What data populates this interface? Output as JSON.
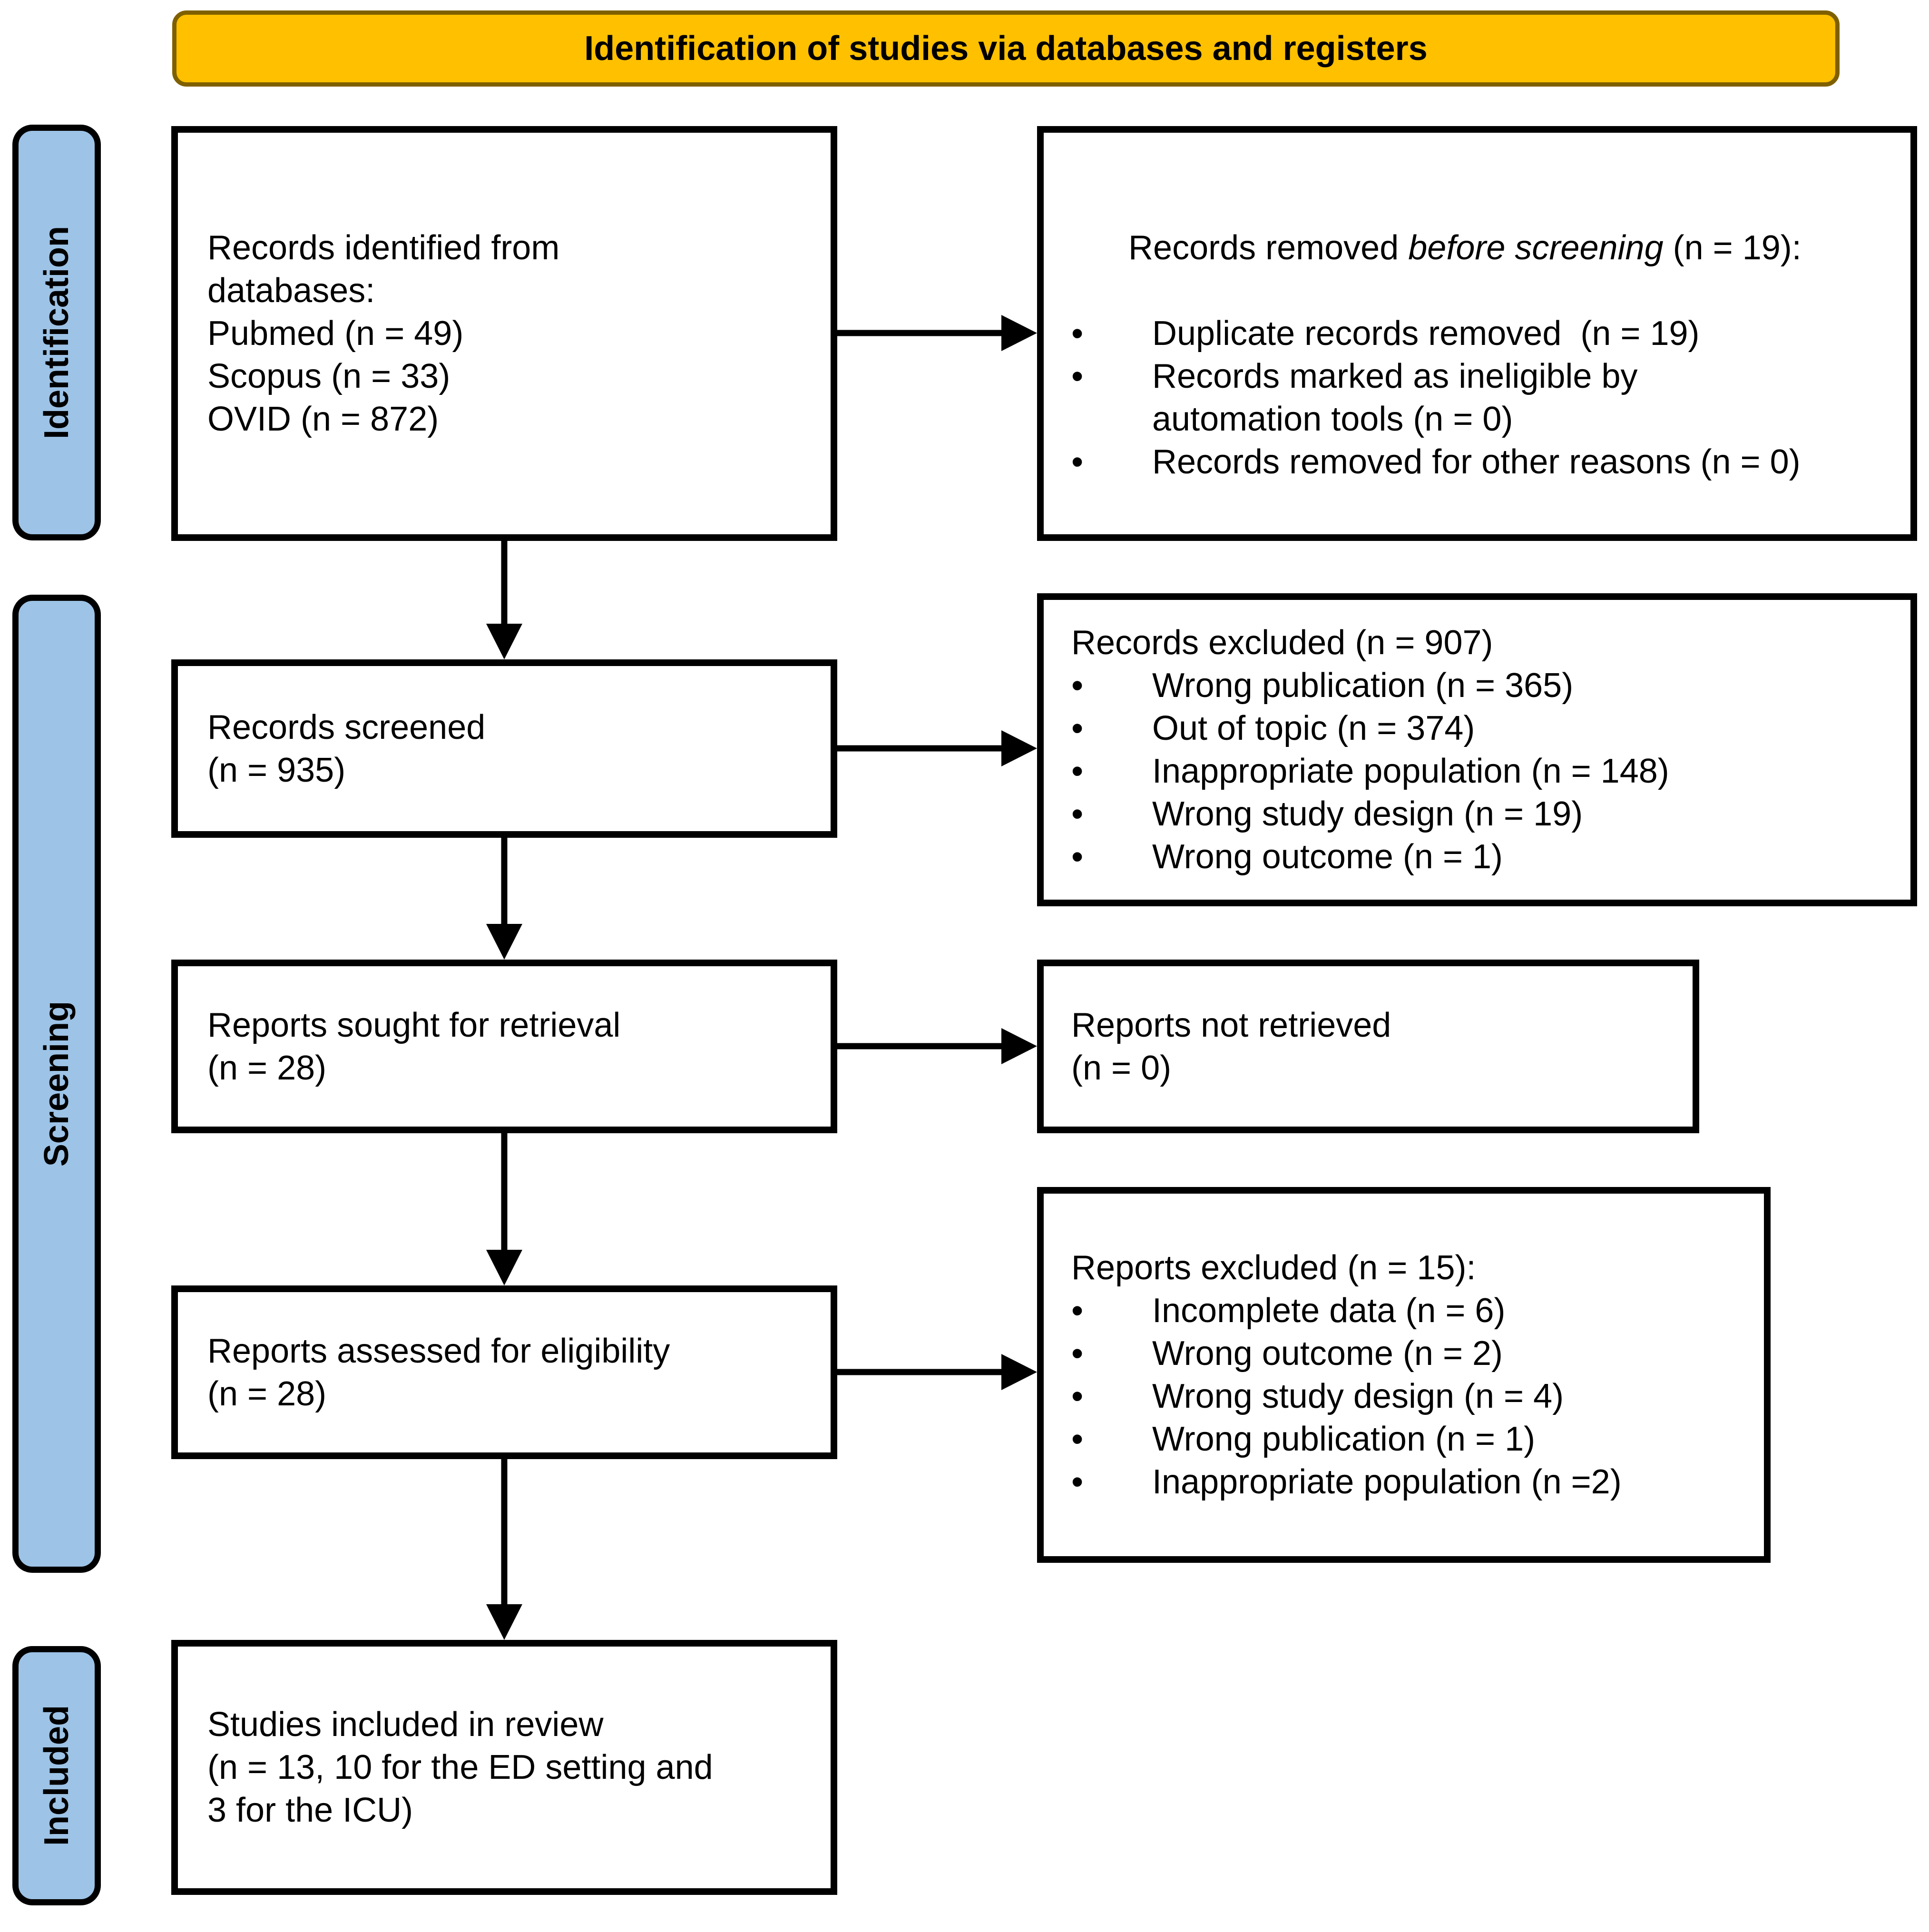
{
  "header": {
    "title": "Identification of studies via databases and registers"
  },
  "stages": [
    {
      "label": "Identification"
    },
    {
      "label": "Screening"
    },
    {
      "label": "Included"
    }
  ],
  "boxes": {
    "records_identified": {
      "lines": [
        "Records identified from",
        "databases:",
        "Pubmed (n = 49)",
        "Scopus (n = 33)",
        "OVID (n = 872)"
      ]
    },
    "records_removed": {
      "title_prefix": "Records removed ",
      "title_emphasis": "before screening",
      "title_suffix": " (n = 19):",
      "items": [
        "Duplicate records removed  (n = 19)",
        "Records marked as ineligible by\nautomation tools (n = 0)",
        "Records removed for other reasons (n = 0)"
      ]
    },
    "records_screened": {
      "lines": [
        "Records screened",
        "(n = 935)"
      ]
    },
    "records_excluded": {
      "title": "Records excluded (n = 907)",
      "items": [
        "Wrong publication (n = 365)",
        "Out of topic (n = 374)",
        "Inappropriate population (n = 148)",
        "Wrong study design (n = 19)",
        "Wrong outcome (n = 1)"
      ]
    },
    "reports_sought": {
      "lines": [
        "Reports sought for retrieval",
        "(n = 28)"
      ]
    },
    "reports_not_retrieved": {
      "lines": [
        "Reports not retrieved",
        "(n = 0)"
      ]
    },
    "reports_assessed": {
      "lines": [
        "Reports assessed for eligibility",
        "(n = 28)"
      ]
    },
    "reports_excluded": {
      "title": "Reports excluded (n = 15):",
      "items": [
        "Incomplete data (n = 6)",
        "Wrong outcome (n = 2)",
        "Wrong study design (n = 4)",
        "Wrong publication (n = 1)",
        "Inappropriate population (n =2)"
      ]
    },
    "studies_included": {
      "lines": [
        "Studies included in review",
        "(n = 13, 10 for the ED setting and",
        "3 for the ICU)"
      ]
    }
  },
  "colors": {
    "banner_fill": "#FFC000",
    "banner_border": "#7F6000",
    "stage_fill": "#9DC3E6",
    "stage_border": "#000000",
    "box_border": "#000000",
    "text": "#000000"
  }
}
